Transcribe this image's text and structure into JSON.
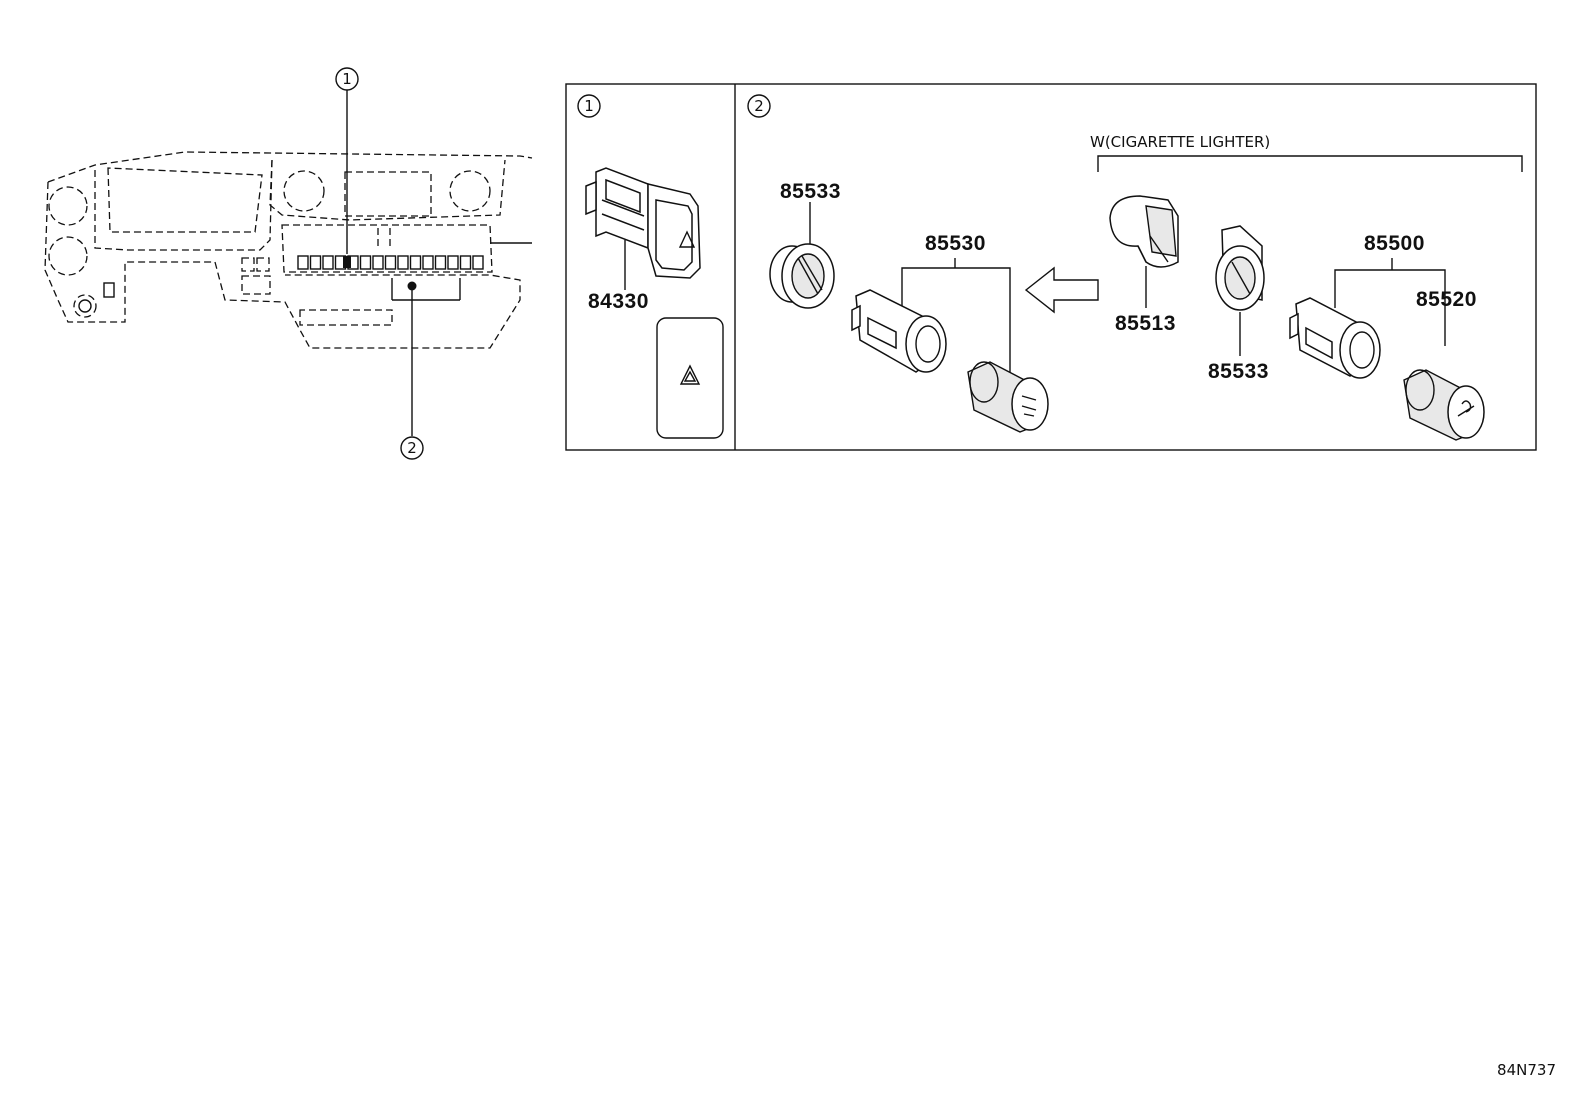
{
  "callouts": {
    "one": "1",
    "two": "2"
  },
  "panels": {
    "panel1_index": "1",
    "panel2_index": "2"
  },
  "parts": {
    "hazard_switch": "84330",
    "bezel_left": "85533",
    "socket_assy_left": "85530",
    "retainer": "85513",
    "bezel_right": "85533",
    "lighter_assy": "85500",
    "lighter_plug": "85520"
  },
  "note_w_cigarette_lighter": "W(CIGARETTE LIGHTER)",
  "diagram_code": "84N737",
  "icons": [
    "hazard-triangle-icon",
    "arrow-left-icon",
    "power-outlet-icon",
    "cigarette-icon"
  ]
}
